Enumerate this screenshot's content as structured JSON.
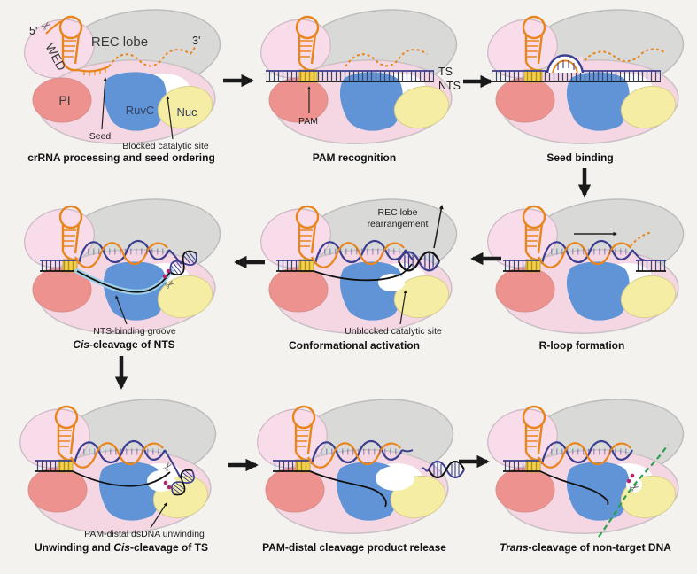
{
  "figure": {
    "description": "Cas12a catalytic mechanism schematic",
    "colors": {
      "background": "#f4f2ef",
      "rec_lobe": "#d9d9d7",
      "wed": "#f8dcea",
      "body": "#f5d7e3",
      "pi": "#ee928f",
      "ruvc": "#6094d6",
      "nuc": "#f4eda3",
      "pam": "#f2d14b",
      "crrna": "#e8851d",
      "target_strand": "#3b3f8f",
      "nontarget_strand": "#1a1a1a",
      "trans_dna": "#2f9e4f",
      "cleavage_dots": "#b2256f",
      "arrow": "#1a1a1a",
      "groove": "#9fd0e8"
    },
    "panels": [
      {
        "caption_pre": "crRNA processing and seed ordering",
        "caption_i": "",
        "caption_post": "",
        "labels": {
          "five_prime": "5'",
          "three_prime": "3'",
          "wed": "WED",
          "rec_lobe": "REC lobe",
          "pi": "PI",
          "ruvc": "RuvC",
          "nuc": "Nuc",
          "seed": "Seed",
          "blocked_site": "Blocked catalytic site"
        }
      },
      {
        "caption_pre": "PAM recognition",
        "caption_i": "",
        "caption_post": "",
        "labels": {
          "pam": "PAM",
          "ts": "TS",
          "nts": "NTS"
        }
      },
      {
        "caption_pre": "Seed binding",
        "caption_i": "",
        "caption_post": ""
      },
      {
        "caption_pre": "R-loop formation",
        "caption_i": "",
        "caption_post": ""
      },
      {
        "caption_pre": "Conformational activation",
        "caption_i": "",
        "caption_post": "",
        "labels": {
          "rec_rearrangement_line1": "REC lobe",
          "rec_rearrangement_line2": "rearrangement",
          "unblocked_site": "Unblocked catalytic site"
        }
      },
      {
        "caption_pre": "",
        "caption_i": "Cis",
        "caption_post": "-cleavage of NTS",
        "labels": {
          "nts_groove": "NTS-binding groove"
        }
      },
      {
        "caption_pre": "Unwinding and ",
        "caption_i": "Cis",
        "caption_post": "-cleavage of TS",
        "labels": {
          "unwinding": "PAM-distal dsDNA unwinding"
        }
      },
      {
        "caption_pre": "PAM-distal cleavage product release",
        "caption_i": "",
        "caption_post": ""
      },
      {
        "caption_pre": "",
        "caption_i": "Trans",
        "caption_post": "-cleavage of non-target DNA"
      }
    ]
  }
}
